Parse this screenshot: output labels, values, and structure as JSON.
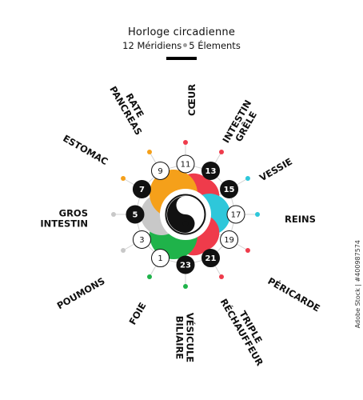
{
  "title": "Horloge  circadienne",
  "subtitle": {
    "left": "12 Méridiens",
    "right": "5 Élements"
  },
  "watermark": "Adobe Stock | #400987574",
  "colors": {
    "red": "#ef3b4b",
    "orange": "#f5a01a",
    "blue": "#2ec7da",
    "green": "#1fb34a",
    "gray": "#c8c8c8",
    "black": "#111111"
  },
  "center_icon": "yin-yang-icon",
  "meridians": [
    {
      "hour": "11",
      "label": [
        "CŒUR"
      ],
      "node": "white",
      "dot": "#ef3b4b"
    },
    {
      "hour": "13",
      "label": [
        "INTESTIN",
        "GRÊLE"
      ],
      "node": "black",
      "dot": "#ef3b4b"
    },
    {
      "hour": "15",
      "label": [
        "VESSIE"
      ],
      "node": "black",
      "dot": "#2ec7da"
    },
    {
      "hour": "17",
      "label": [
        "REINS"
      ],
      "node": "white",
      "dot": "#2ec7da"
    },
    {
      "hour": "19",
      "label": [
        "PÉRICARDE"
      ],
      "node": "white",
      "dot": "#ef3b4b"
    },
    {
      "hour": "21",
      "label": [
        "TRIPLE",
        "RÉCHAUFFEUR"
      ],
      "node": "black",
      "dot": "#ef3b4b"
    },
    {
      "hour": "23",
      "label": [
        "VÉSICULE",
        "BILIAIRE"
      ],
      "node": "black",
      "dot": "#1fb34a"
    },
    {
      "hour": "1",
      "label": [
        "FOIE"
      ],
      "node": "white",
      "dot": "#1fb34a"
    },
    {
      "hour": "3",
      "label": [
        "POUMONS"
      ],
      "node": "white",
      "dot": "#c8c8c8"
    },
    {
      "hour": "5",
      "label": [
        "GROS",
        "INTESTIN"
      ],
      "node": "black",
      "dot": "#c8c8c8"
    },
    {
      "hour": "7",
      "label": [
        "ESTOMAC"
      ],
      "node": "black",
      "dot": "#f5a01a"
    },
    {
      "hour": "9",
      "label": [
        "RATE",
        "PANCREAS"
      ],
      "node": "white",
      "dot": "#f5a01a"
    }
  ]
}
